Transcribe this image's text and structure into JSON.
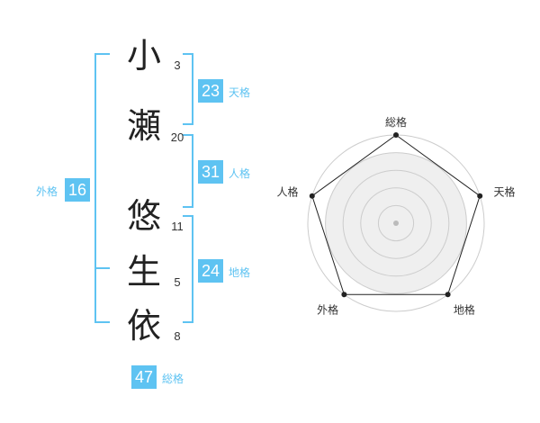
{
  "name": {
    "chars": [
      {
        "char": "小",
        "strokes": "3"
      },
      {
        "char": "瀬",
        "strokes": "20"
      },
      {
        "char": "悠",
        "strokes": "11"
      },
      {
        "char": "生",
        "strokes": "5"
      },
      {
        "char": "依",
        "strokes": "8"
      }
    ]
  },
  "fortune": {
    "tenkaku": {
      "value": "23",
      "label": "天格"
    },
    "jinkaku": {
      "value": "31",
      "label": "人格"
    },
    "chikaku": {
      "value": "24",
      "label": "地格"
    },
    "gaikaku": {
      "value": "16",
      "label": "外格"
    },
    "soukaku": {
      "value": "47",
      "label": "総格"
    }
  },
  "radar": {
    "axes": [
      "総格",
      "天格",
      "地格",
      "外格",
      "人格"
    ],
    "values": [
      1,
      1,
      1,
      1,
      1
    ],
    "max": 1,
    "rings": 4
  },
  "colors": {
    "accent": "#5ec3f2",
    "label": "#5ec3f2",
    "ring": "#cccccc",
    "fill": "#efefef",
    "polygon": "#222222"
  }
}
